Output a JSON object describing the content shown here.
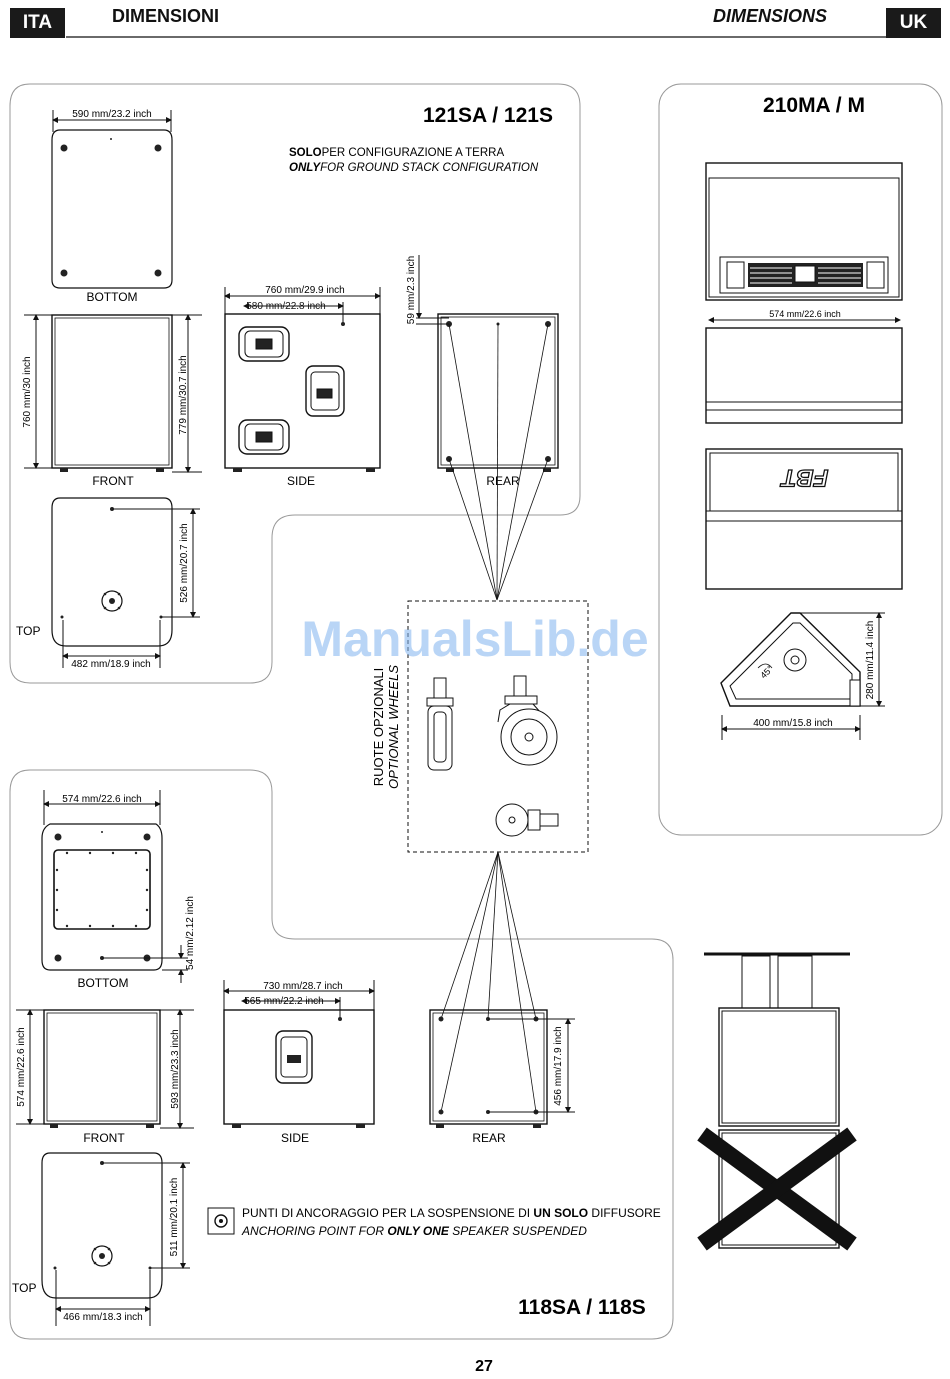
{
  "header": {
    "lang_left": "ITA",
    "title_left": "DIMENSIONI",
    "title_right": "DIMENSIONS",
    "lang_right": "UK"
  },
  "panel_121": {
    "model": "121SA / 121S",
    "note_it_bold": "SOLO",
    "note_it_rest": "PER CONFIGURAZIONE A TERRA",
    "note_en_bold": "ONLY",
    "note_en_rest": "FOR GROUND STACK CONFIGURATION",
    "dims": {
      "bottom_width": "590 mm/23.2 inch",
      "front_height": "760 mm/30 inch",
      "front_height_total": "779 mm/30.7 inch",
      "side_depth_total": "760 mm/29.9 inch",
      "side_depth": "580 mm/22.8 inch",
      "rear_offset": "59 mm/2.3 inch",
      "top_depth": "526 mm/20.7 inch",
      "top_width": "482 mm/18.9 inch"
    },
    "views": {
      "bottom": "BOTTOM",
      "front": "FRONT",
      "side": "SIDE",
      "rear": "REAR",
      "top": "TOP"
    }
  },
  "panel_210": {
    "model": "210MA / M",
    "dims": {
      "width": "574 mm/22.6 inch",
      "height": "280 mm/11.4 inch",
      "depth": "400 mm/15.8 inch",
      "angle": "45°"
    },
    "logo": "FBT"
  },
  "wheels": {
    "label_it": "RUOTE OPZIONALI",
    "label_en": "OPTIONAL WHEELS"
  },
  "watermark": "ManualsLib.de",
  "panel_118": {
    "model": "118SA / 118S",
    "dims": {
      "bottom_width": "574 mm/22.6 inch",
      "bottom_offset": "54 mm/2.12 inch",
      "front_height": "574 mm/22.6 inch",
      "front_height_total": "593 mm/23.3 inch",
      "side_depth_total": "730 mm/28.7 inch",
      "side_depth": "565 mm/22.2 inch",
      "rear_height": "456 mm/17.9 inch",
      "top_depth": "511 mm/20.1 inch",
      "top_width": "466 mm/18.3 inch"
    },
    "views": {
      "bottom": "BOTTOM",
      "front": "FRONT",
      "side": "SIDE",
      "rear": "REAR",
      "top": "TOP"
    },
    "anchor_it_1": "PUNTI DI ANCORAGGIO PER LA SOSPENSIONE DI ",
    "anchor_it_bold": "UN SOLO",
    "anchor_it_2": " DIFFUSORE",
    "anchor_en_1": "ANCHORING POINT FOR ",
    "anchor_en_bold": "ONLY ONE",
    "anchor_en_2": " SPEAKER SUSPENDED"
  },
  "page_number": "27"
}
